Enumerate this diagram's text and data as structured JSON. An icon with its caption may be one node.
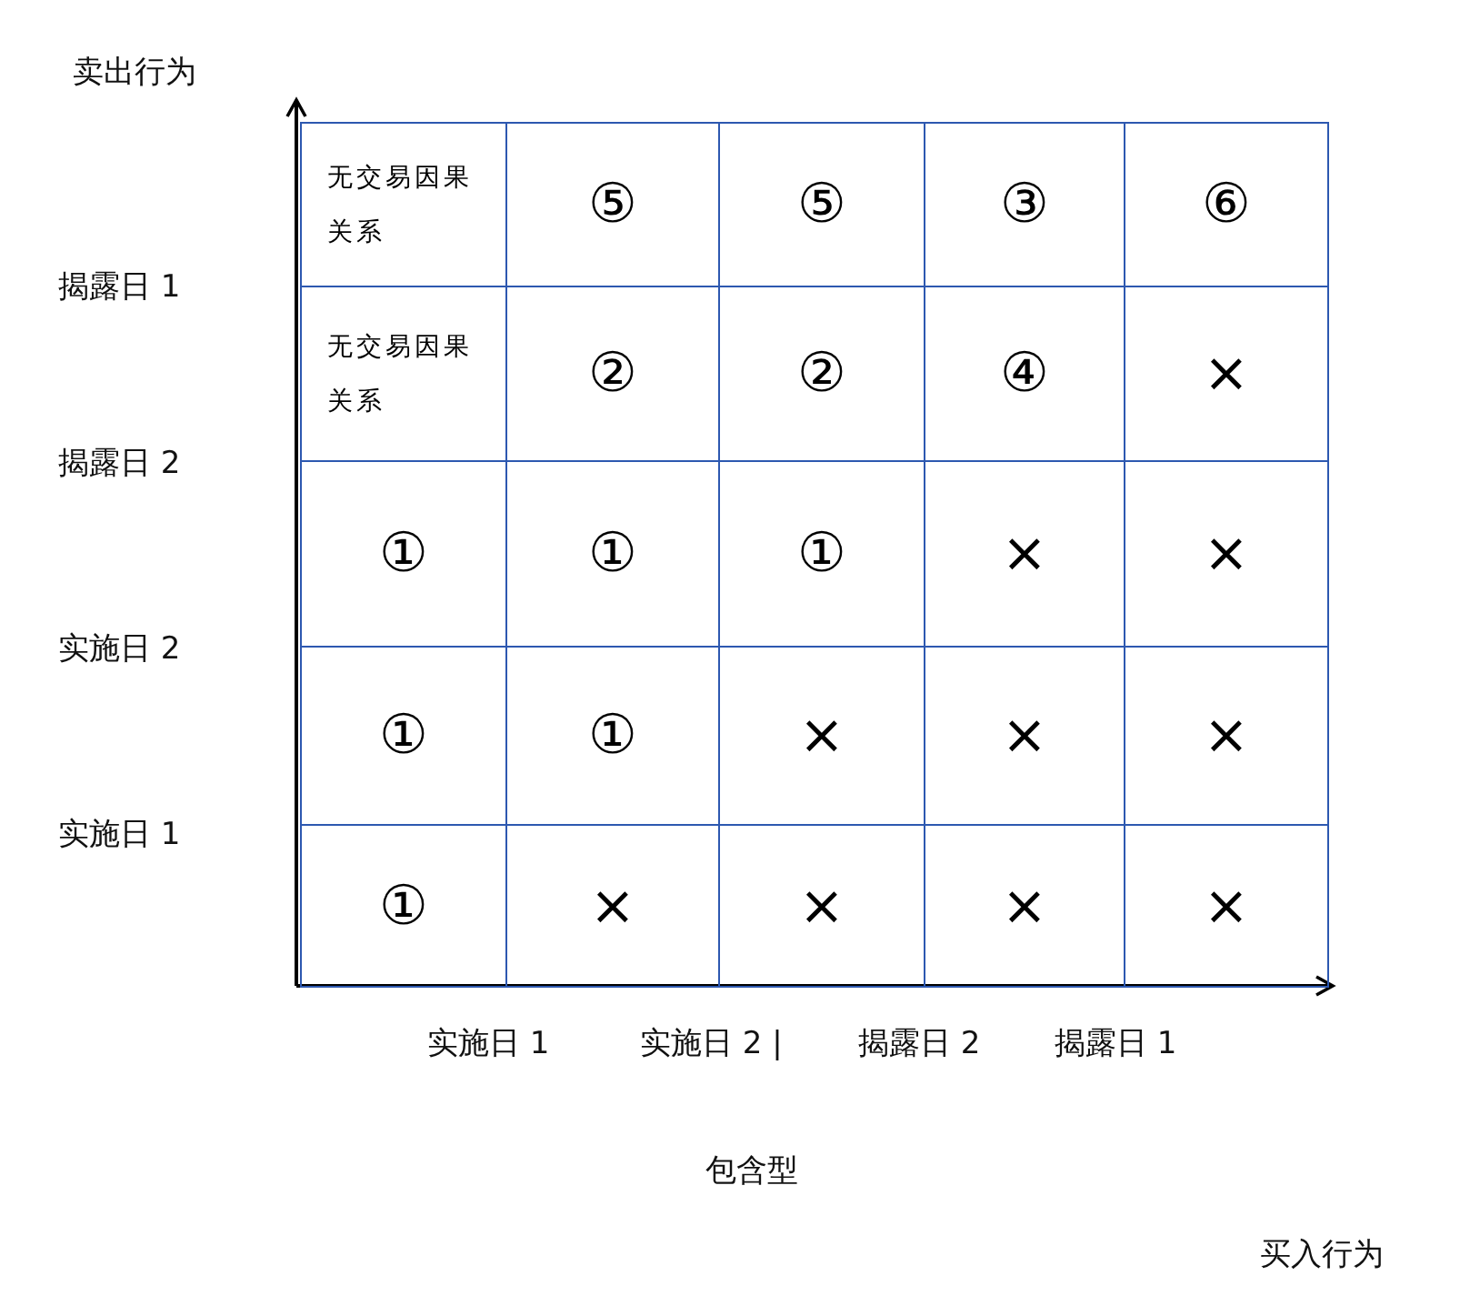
{
  "diagram": {
    "caption": "包含型",
    "labels": [
      "卖出行为",
      "揭露日 1",
      "揭露日 2",
      "实施日 2",
      "实施日 1",
      "无交易因果关系",
      "⑤",
      "⑤",
      "③",
      "⑥",
      "无交易因果关系",
      "②",
      "②",
      "④",
      "×",
      "①",
      "①",
      "①",
      "×",
      "×",
      "①",
      "①",
      "×",
      "×",
      "×",
      "①",
      "×",
      "×",
      "×",
      "×",
      "实施日 1",
      "实施日 2 |",
      "揭露日 2",
      "揭露日 1",
      "买入行为"
    ]
  }
}
